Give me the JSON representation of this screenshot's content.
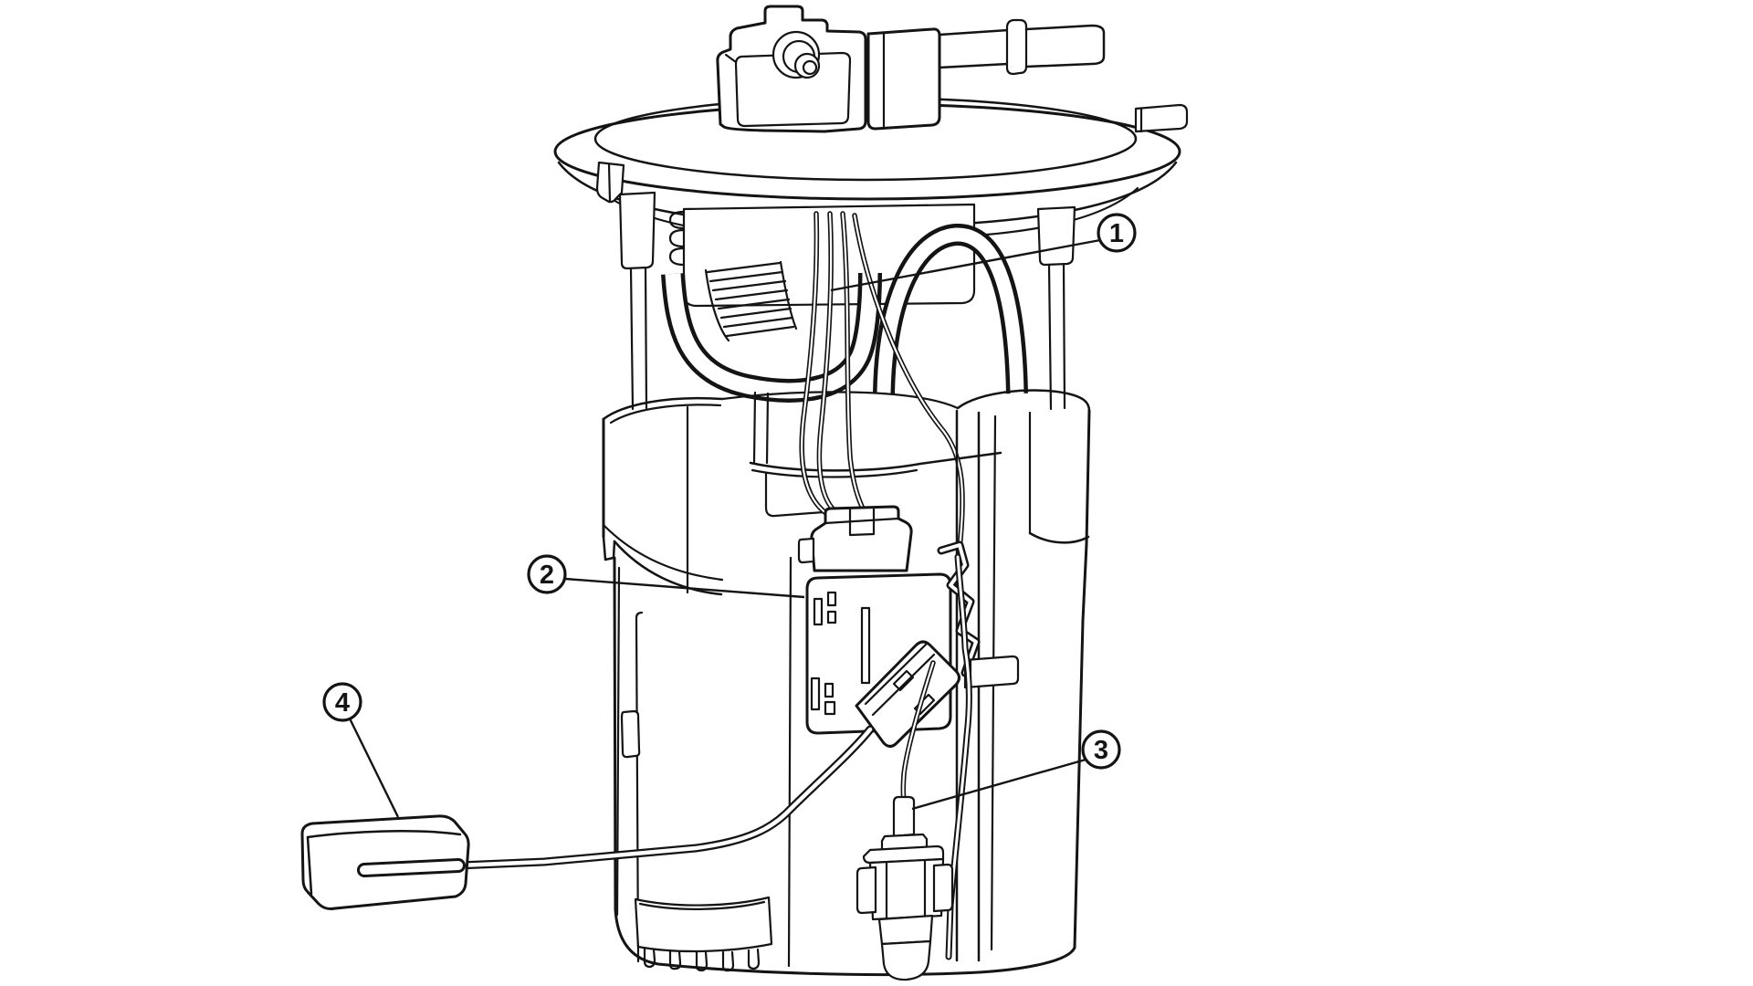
{
  "figure": {
    "colors": {
      "background": "#ffffff",
      "line": "#141414"
    }
  },
  "callouts": [
    {
      "label": "1"
    },
    {
      "label": "2"
    },
    {
      "label": "3"
    },
    {
      "label": "4"
    }
  ]
}
